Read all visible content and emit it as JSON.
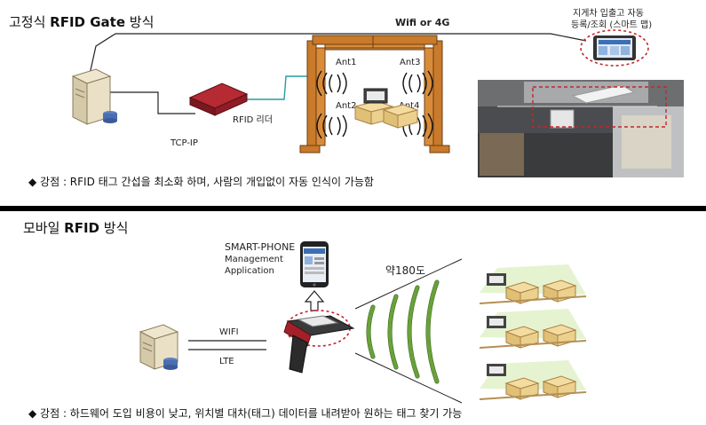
{
  "top": {
    "title_prefix": "고정식 ",
    "title_bold": "RFID Gate",
    "title_suffix": " 방식",
    "wifi_label": "Wifi or 4G",
    "forklift_label_line1": "지게차 입출고 자동",
    "forklift_label_line2": "등록/조회 (스마트 맵)",
    "reader_label": "RFID 리더",
    "tcpip_label": "TCP-IP",
    "antennas": [
      "Ant1",
      "Ant3",
      "Ant2",
      "Ant4"
    ],
    "strength": "◆ 강점 : RFID 태그 간섭을 최소화 하며, 사람의 개입없이 자동 인식이 가능함"
  },
  "bottom": {
    "title_prefix": "모바일 ",
    "title_bold": "RFID",
    "title_suffix": " 방식",
    "smartphone_label": "SMART-PHONE",
    "app_line1": "Management",
    "app_line2": "Application",
    "angle_label": "약180도",
    "wifi_label": "WIFI",
    "lte_label": "LTE",
    "strength": "◆ 강점 : 하드웨어 도입 비용이 낮고, 위치별 대차(태그) 데이터를 내려받아 원하는 태그 찾기 가능"
  },
  "colors": {
    "gate_orange": "#c97a2b",
    "wave_green": "#7fb04a",
    "dashed_red": "#c0282c",
    "reader_red": "#a3202a"
  }
}
